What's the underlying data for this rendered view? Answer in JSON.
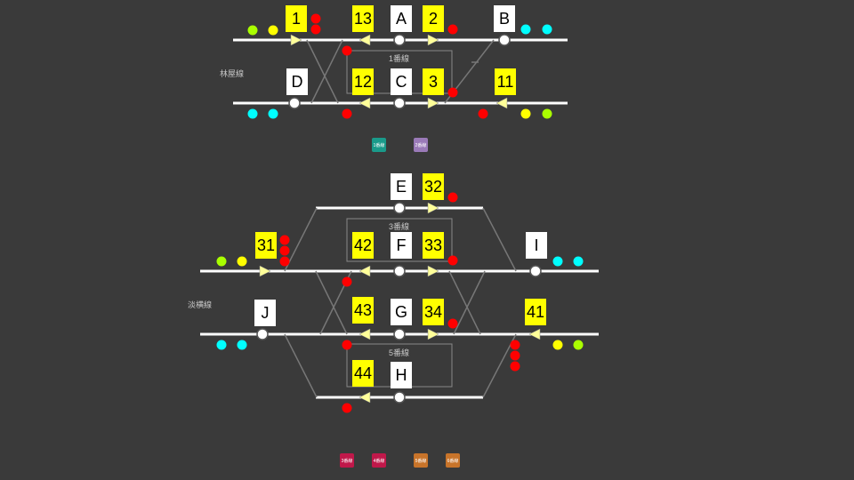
{
  "lines": {
    "upper": "林屋線",
    "lower": "淡横線"
  },
  "platforms": {
    "p1": "1番線",
    "p3": "3番線",
    "p5": "5番線"
  },
  "station_boxes": [
    "A",
    "B",
    "C",
    "D",
    "E",
    "F",
    "G",
    "H",
    "I",
    "J"
  ],
  "signal_boxes": [
    "1",
    "2",
    "3",
    "11",
    "12",
    "13",
    "31",
    "32",
    "33",
    "34",
    "41",
    "42",
    "43",
    "44"
  ],
  "buttons": [
    {
      "label": "1番線",
      "color": "#1a9a8a"
    },
    {
      "label": "2番線",
      "color": "#9a7ab8"
    },
    {
      "label": "3番線",
      "color": "#c0184a"
    },
    {
      "label": "4番線",
      "color": "#c0184a"
    },
    {
      "label": "5番線",
      "color": "#c8742a"
    },
    {
      "label": "6番線",
      "color": "#c8742a"
    }
  ],
  "colors": {
    "background": "#3a3a3a",
    "track": "#ffffff",
    "signal_red": "#ff0000",
    "signal_yellow": "#ffff00",
    "signal_green": "#aaff00",
    "signal_cyan": "#00ffff",
    "arrow": "#ffff99"
  }
}
